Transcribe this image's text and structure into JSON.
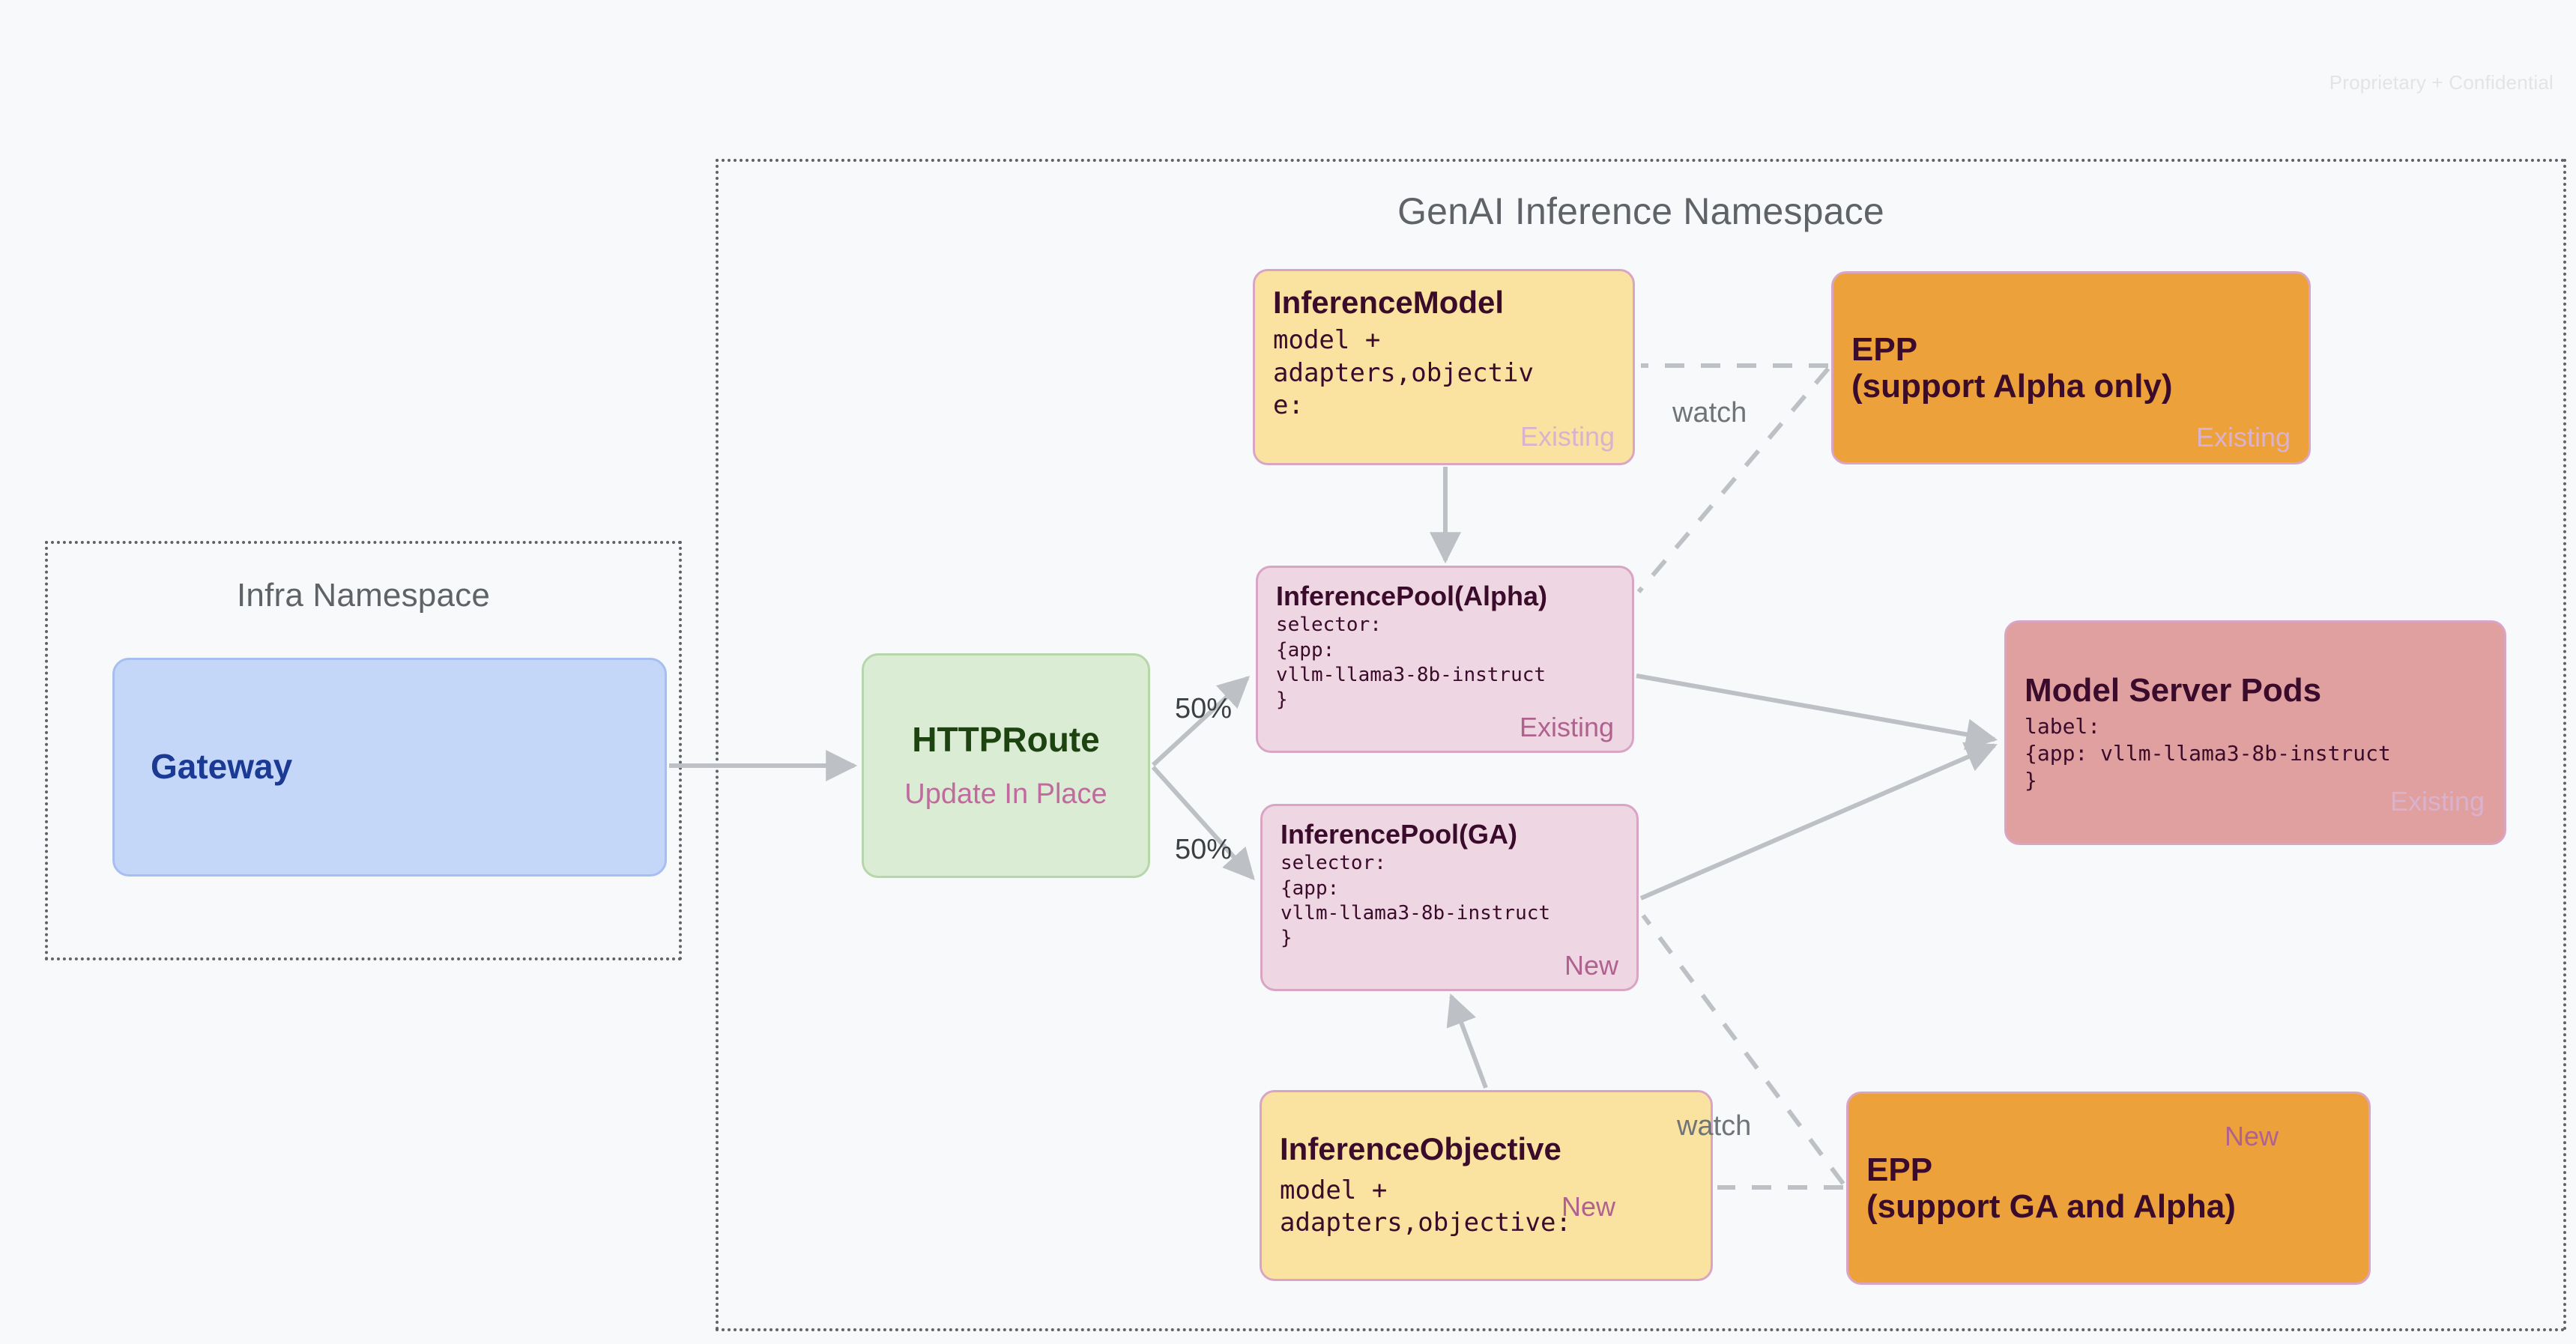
{
  "page": {
    "confidential_notice": "Proprietary + Confidential"
  },
  "namespaces": [
    {
      "id": "infra",
      "title": "Infra Namespace"
    },
    {
      "id": "genai",
      "title": "GenAI Inference Namespace"
    }
  ],
  "nodes": {
    "gateway": {
      "title": "Gateway"
    },
    "httproute": {
      "title": "HTTPRoute",
      "subtitle": "Update In Place"
    },
    "inference_model": {
      "title": "InferenceModel",
      "body": "model +\nadapters,objectiv\ne:",
      "tag": "Existing"
    },
    "pool_alpha": {
      "title": "InferencePool(Alpha)",
      "body": "selector:\n{app:\nvllm-llama3-8b-instruct\n}",
      "tag": "Existing"
    },
    "pool_ga": {
      "title": "InferencePool(GA)",
      "body": "selector:\n{app:\nvllm-llama3-8b-instruct\n}",
      "tag": "New"
    },
    "inference_objective": {
      "title": "InferenceObjective",
      "body": "model +\nadapters,objective:",
      "tag": "New"
    },
    "epp_alpha": {
      "title_line1": "EPP",
      "title_line2": "(support Alpha only)",
      "tag": "Existing"
    },
    "epp_ga": {
      "title_line1": "EPP",
      "title_line2": "(support GA and Alpha)",
      "tag": "New"
    },
    "model_server_pods": {
      "title": "Model Server Pods",
      "body": "label:\n{app: vllm-llama3-8b-instruct\n}",
      "tag": "Existing"
    }
  },
  "edge_labels": {
    "split_top": "50%",
    "split_bottom": "50%",
    "watch_top": "watch",
    "watch_bottom": "watch"
  },
  "colors": {
    "canvas": "#f8f9fb",
    "namespace_border": "#5f6368",
    "gateway_fill": "#c5d7f8",
    "gateway_text": "#1a3a94",
    "httproute_fill": "#dbecd4",
    "httproute_text": "#1c4310",
    "yellow_fill": "#fae3a0",
    "pink_fill": "#eed6e2",
    "orange_fill": "#eda13b",
    "salmon_fill": "#e0a0a0",
    "node_border": "#d9a5c4",
    "tag_new": "#b0628f",
    "tag_existing_dim": "#d9b2cd",
    "edge_stroke": "#bdc1c6",
    "dark_text": "#3a0b2a"
  }
}
